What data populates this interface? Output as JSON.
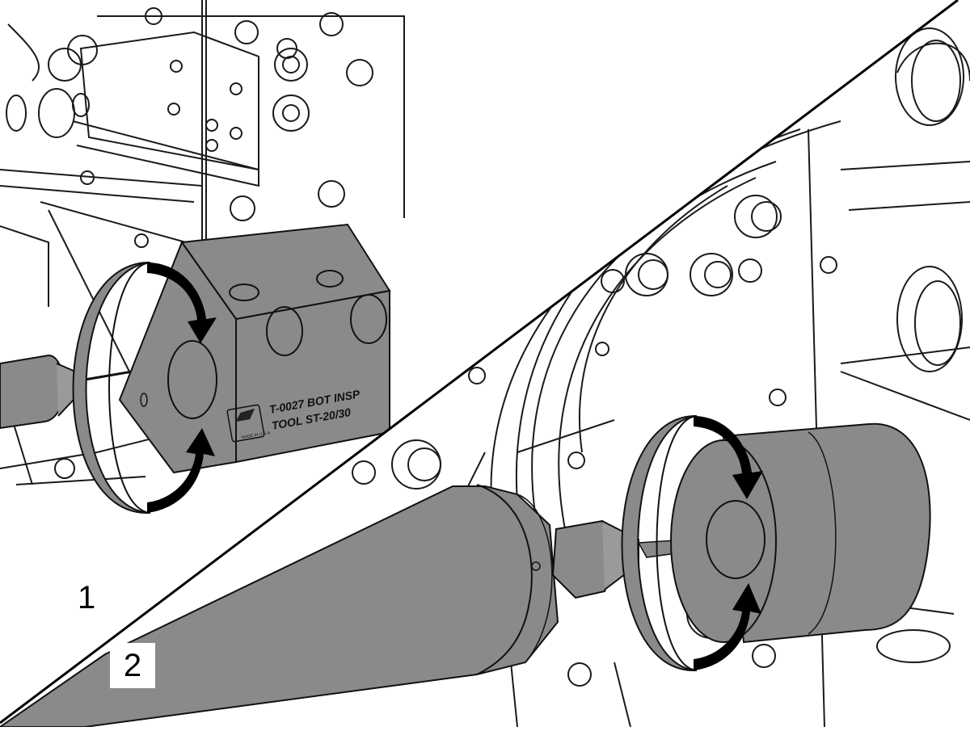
{
  "panels": [
    {
      "number": "1"
    },
    {
      "number": "2"
    }
  ],
  "tool_block": {
    "line1": "T-0027 BOT INSP",
    "line2": "TOOL ST-20/30",
    "badge": "MADE IN U.S.A."
  },
  "colors": {
    "part_fill": "#8a8a8a",
    "part_dark": "#5f5f5f",
    "arrow": "#000000",
    "line": "#1a1a1a",
    "background": "#ffffff"
  },
  "icons": {
    "rotation": "curved-arrow-icon",
    "logo": "haas-logo-icon"
  }
}
